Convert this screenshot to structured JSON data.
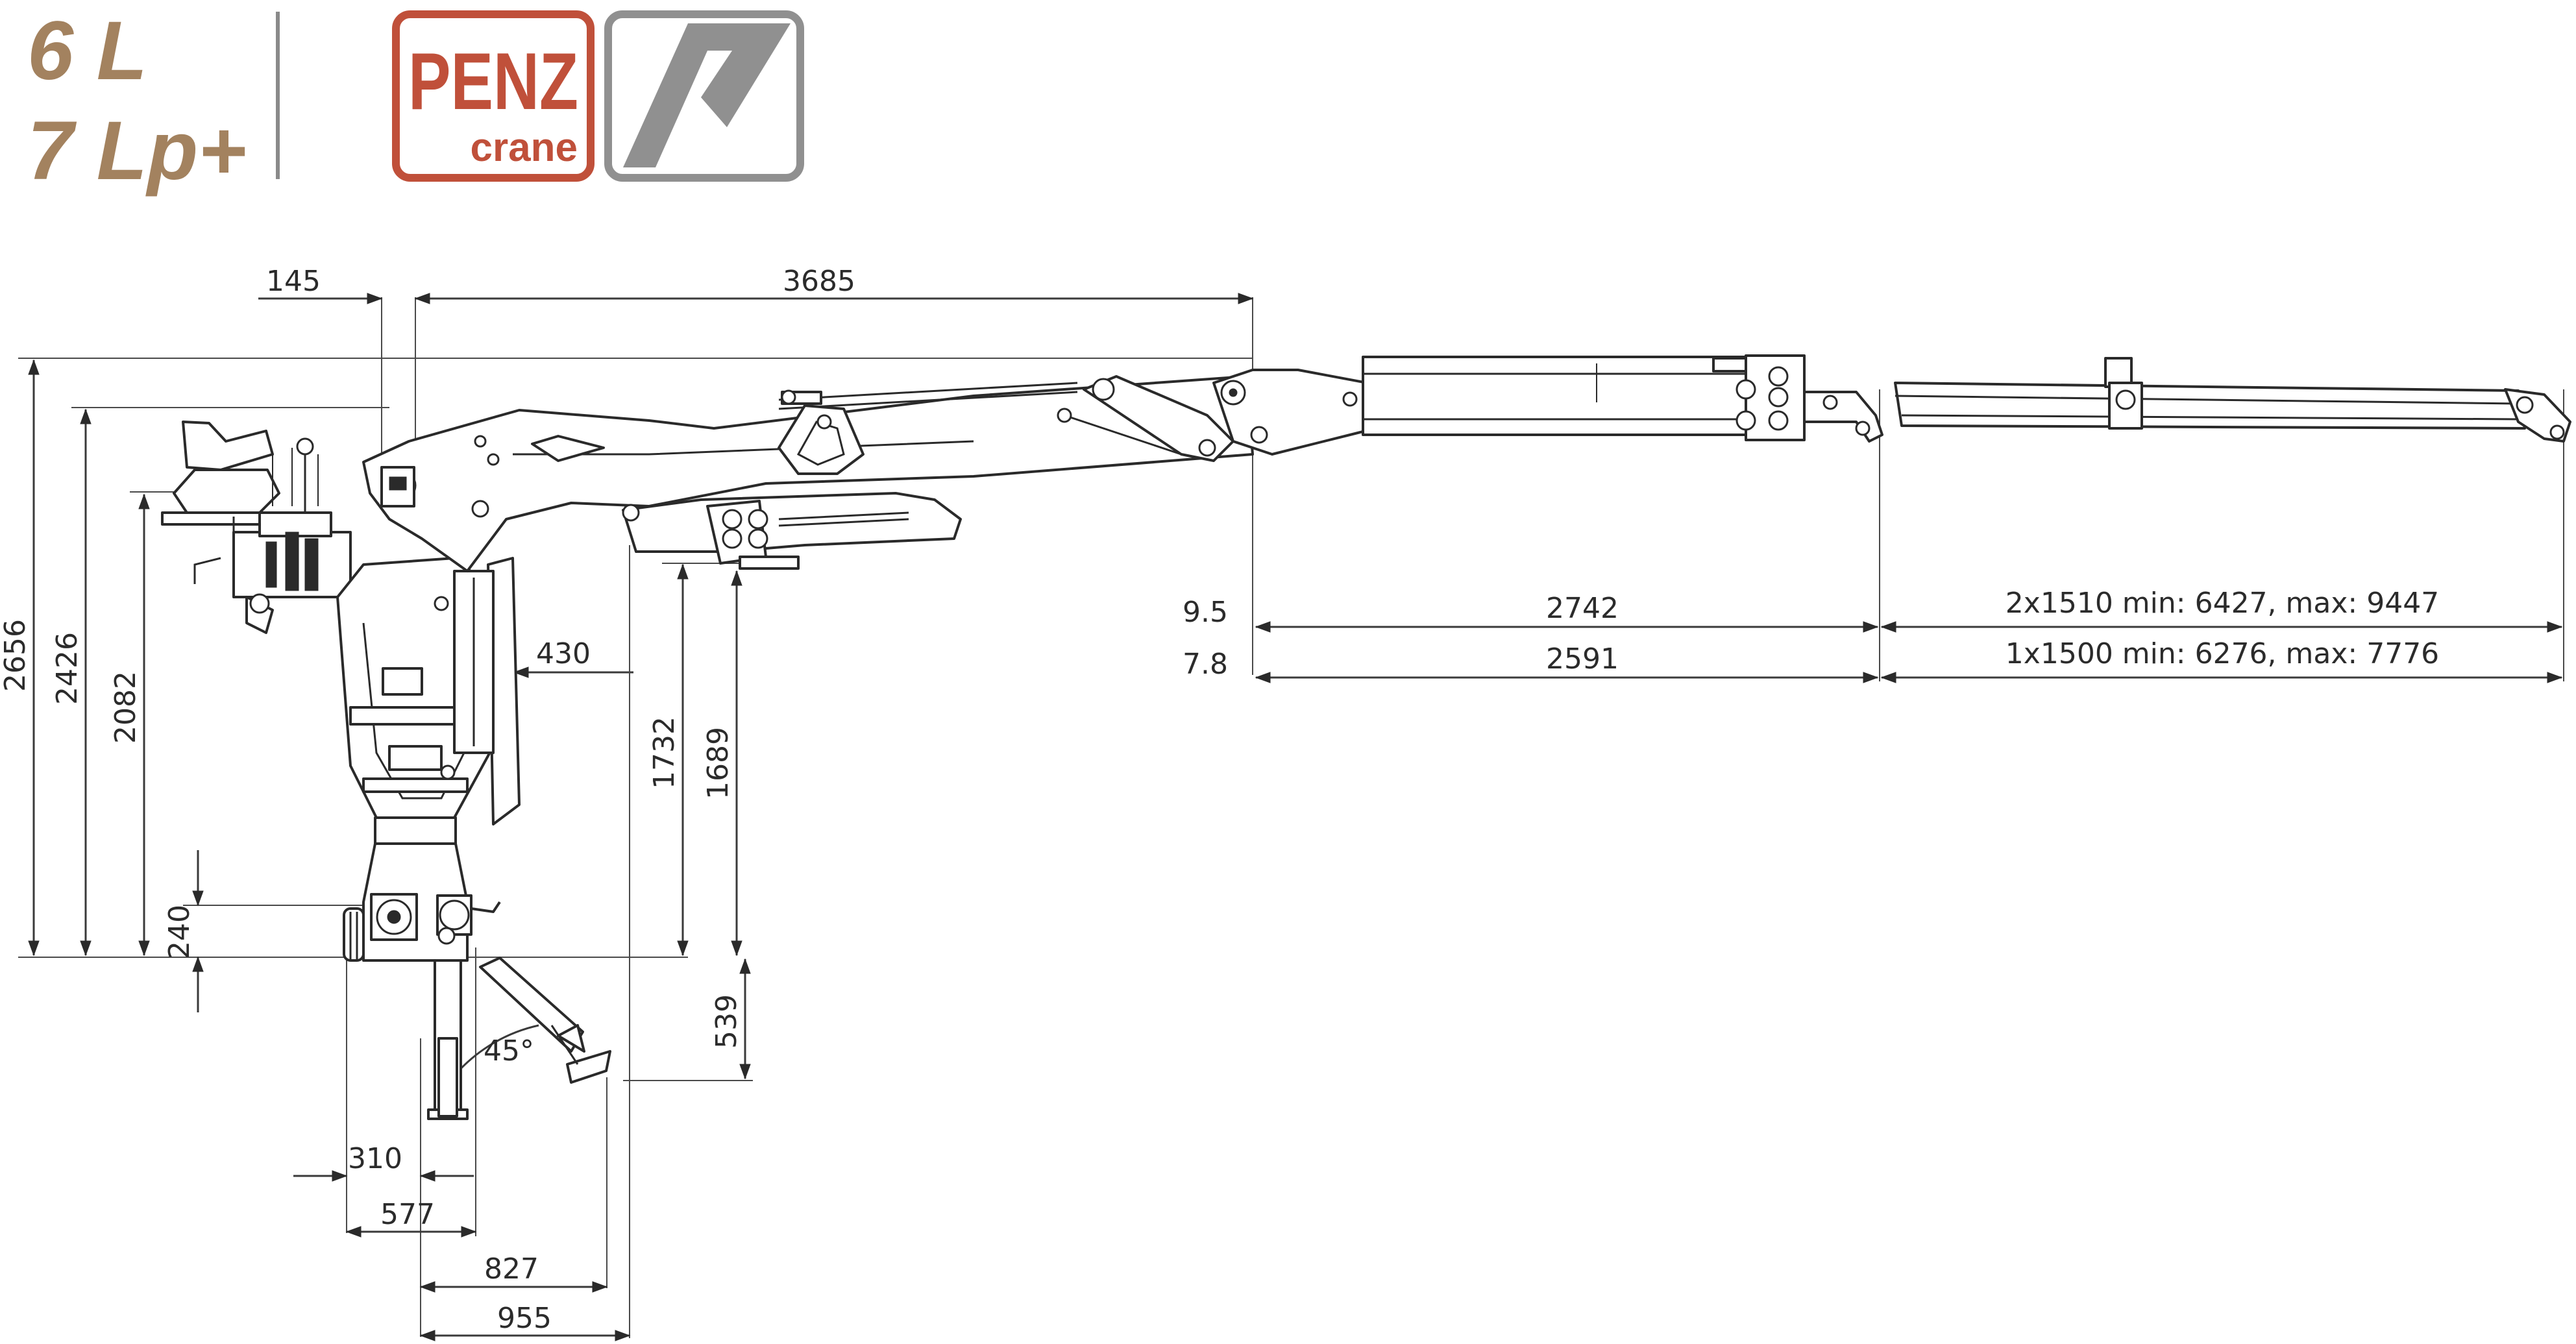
{
  "models": [
    "6 L",
    "7 Lp+"
  ],
  "brand": {
    "name": "PENZ",
    "sub": "crane",
    "color": "#c0503a",
    "accent_gray": "#909090",
    "model_color": "#a3825f"
  },
  "dimensions": {
    "d145": "145",
    "d3685": "3685",
    "d430": "430",
    "d2656": "2656",
    "d2426": "2426",
    "d2082": "2082",
    "d240": "240",
    "d1732": "1732",
    "d1689": "1689",
    "d539": "539",
    "angle": "45°",
    "d310": "310",
    "d577": "577",
    "d827": "827",
    "d955": "955",
    "ext_a": "9.5",
    "ext_b": "7.8",
    "d2742": "2742",
    "d2591": "2591",
    "ext_a_range": "2x1510 min: 6427, max: 9447",
    "ext_b_range": "1x1500 min: 6276, max: 7776"
  }
}
